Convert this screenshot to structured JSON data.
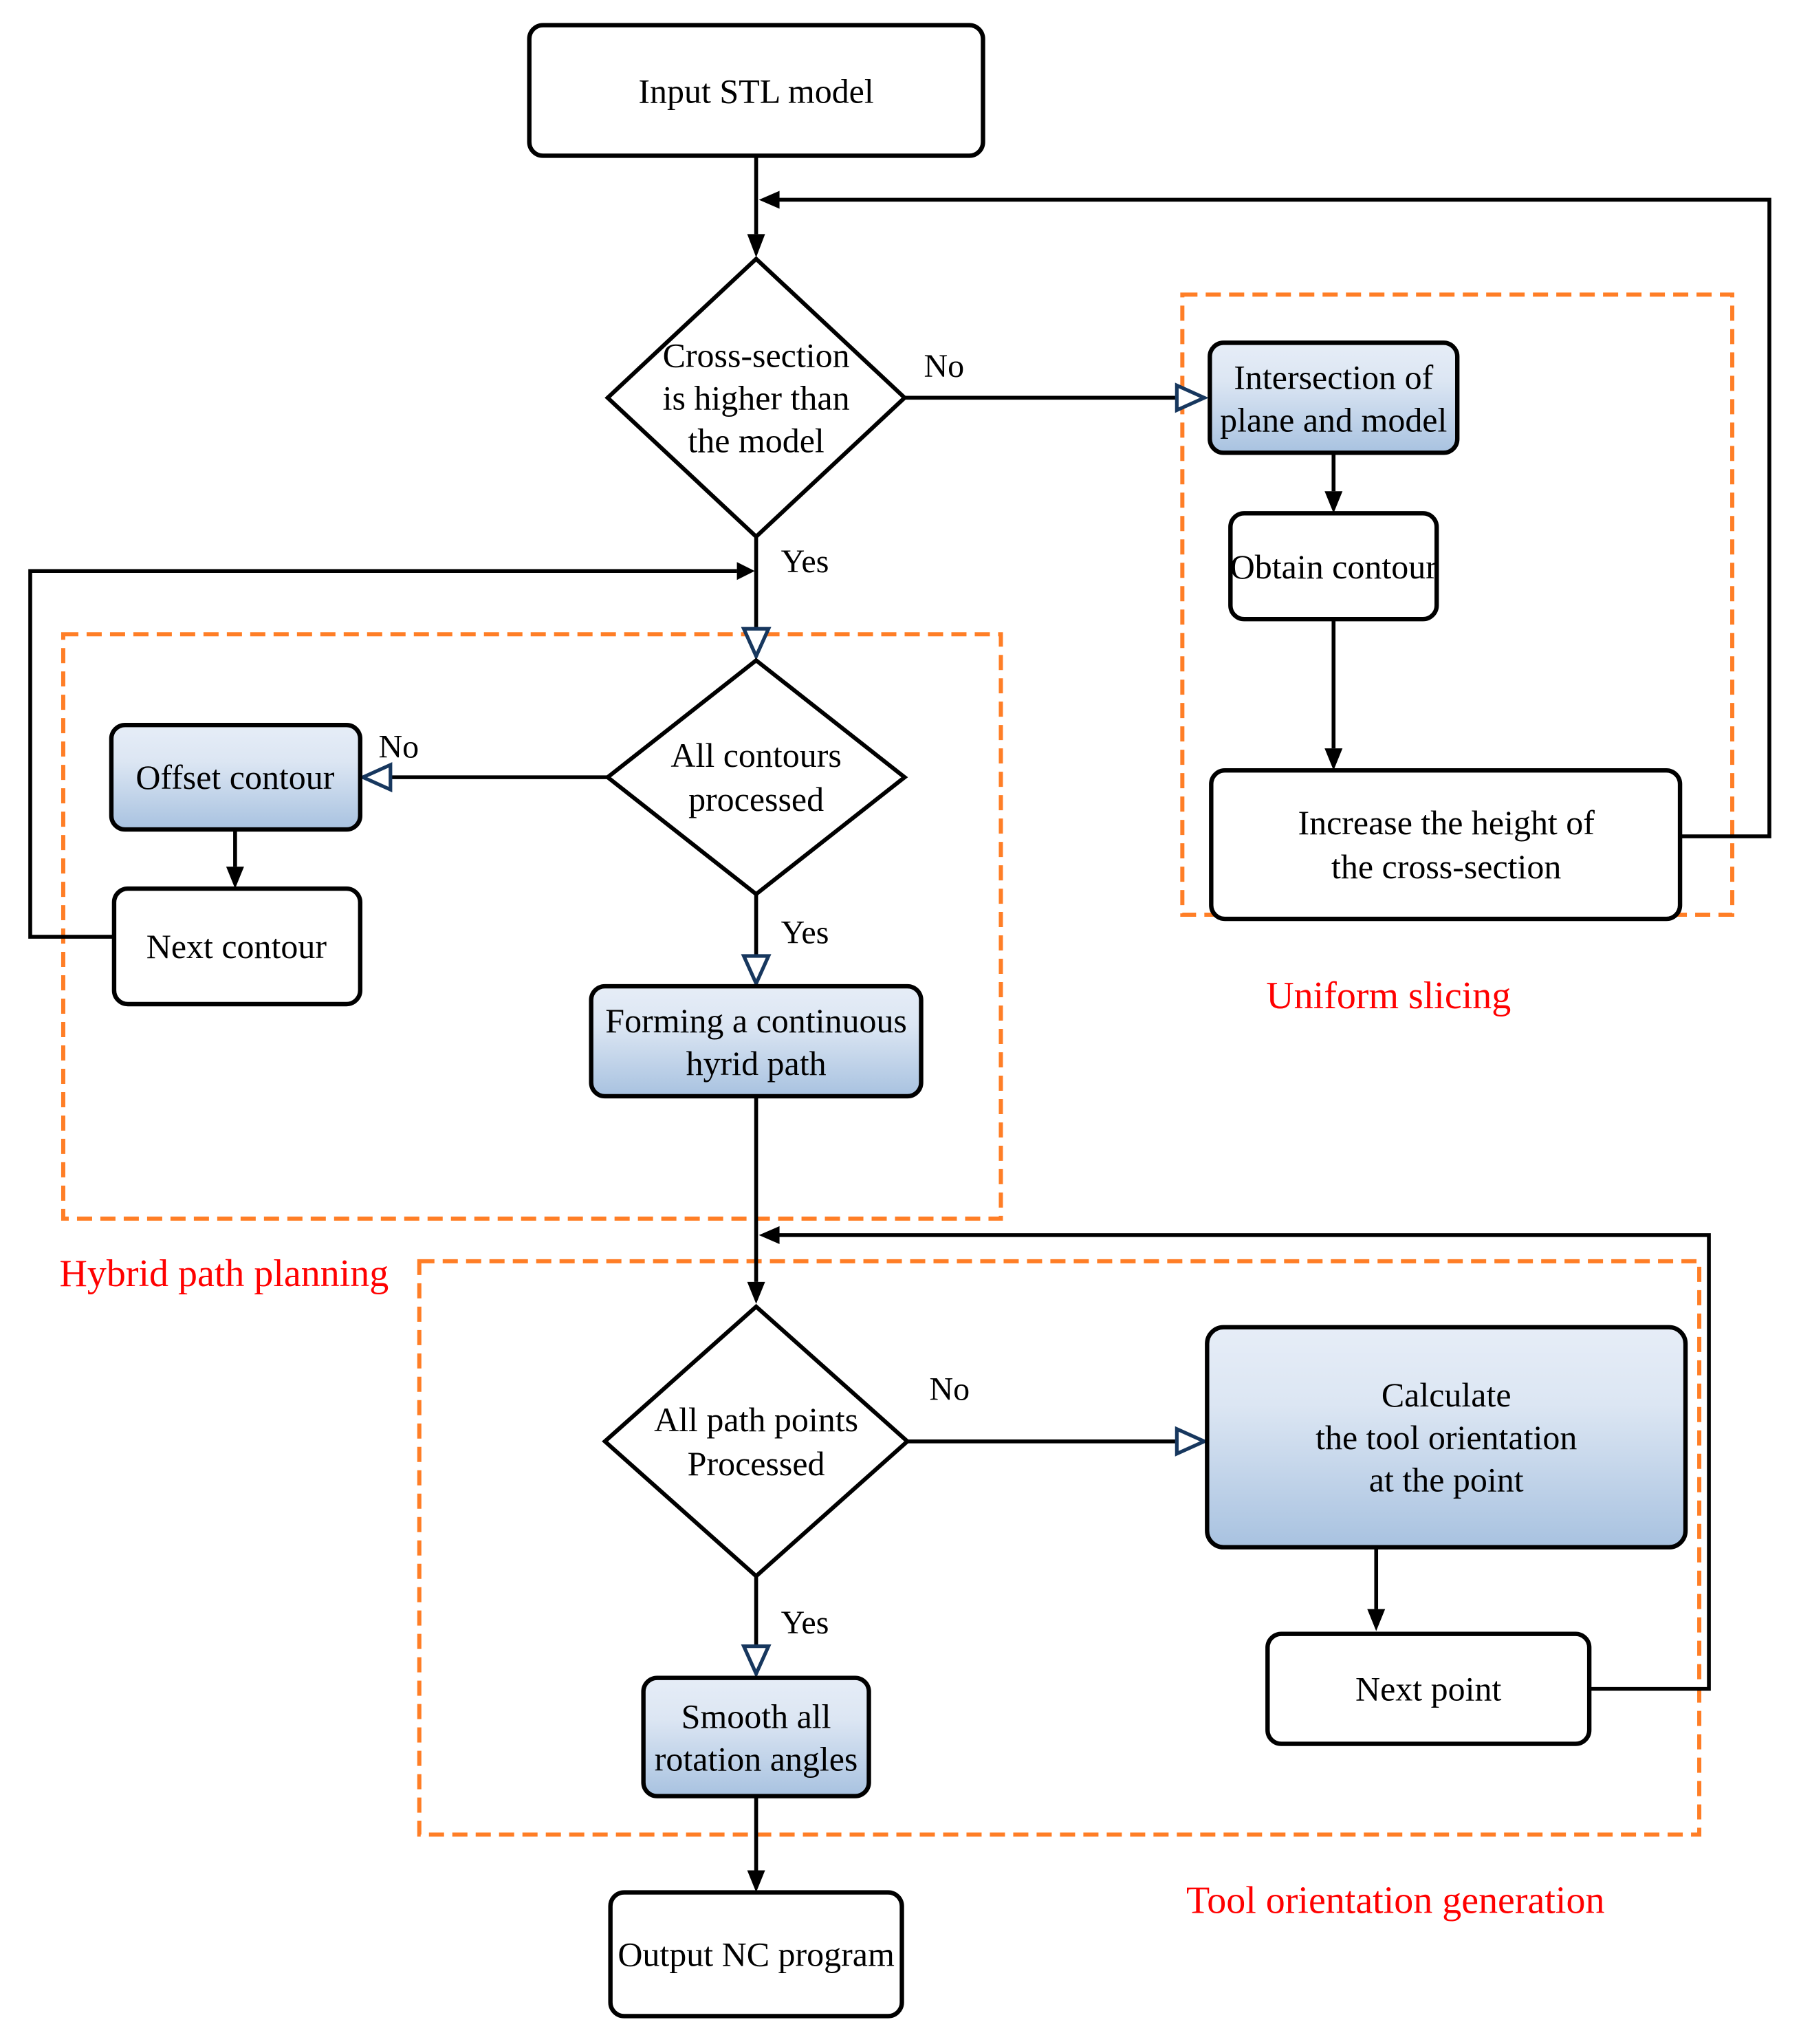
{
  "figure": {
    "type": "flowchart",
    "background": "#ffffff"
  },
  "colors": {
    "section_border_orange": "#FF7E26",
    "section_label_red": "#FF0000",
    "process_gradient_top": "#E6EDF7",
    "process_gradient_bottom": "#A8C2E0",
    "open_arrow_navy": "#17375E",
    "line_black": "#000000"
  },
  "nodes": {
    "input_stl": {
      "label": "Input STL model"
    },
    "d1": {
      "lines": [
        "Cross-section",
        "is higher than",
        "the model"
      ]
    },
    "intersection": {
      "lines": [
        "Intersection of",
        "plane and model"
      ]
    },
    "obtain": {
      "label": "Obtain contour"
    },
    "increase": {
      "lines": [
        "Increase the height of",
        "the cross-section"
      ]
    },
    "d2": {
      "lines": [
        "All contours",
        "processed"
      ]
    },
    "offset": {
      "label": "Offset contour"
    },
    "next_contour": {
      "label": "Next contour"
    },
    "forming": {
      "lines": [
        "Forming a continuous",
        "hyrid path"
      ]
    },
    "d3": {
      "lines": [
        "All path points",
        "Processed"
      ]
    },
    "calc": {
      "lines": [
        "Calculate",
        "the tool orientation",
        "at the point"
      ]
    },
    "next_point": {
      "label": "Next point"
    },
    "smooth": {
      "lines": [
        "Smooth all",
        "rotation angles"
      ]
    },
    "output": {
      "label": "Output NC program"
    }
  },
  "edge_labels": {
    "no1": "No",
    "yes1": "Yes",
    "no2": "No",
    "yes2": "Yes",
    "no3": "No",
    "yes3": "Yes"
  },
  "section_labels": {
    "uniform": "Uniform slicing",
    "hybrid": "Hybrid path planning",
    "tool": "Tool orientation generation"
  }
}
